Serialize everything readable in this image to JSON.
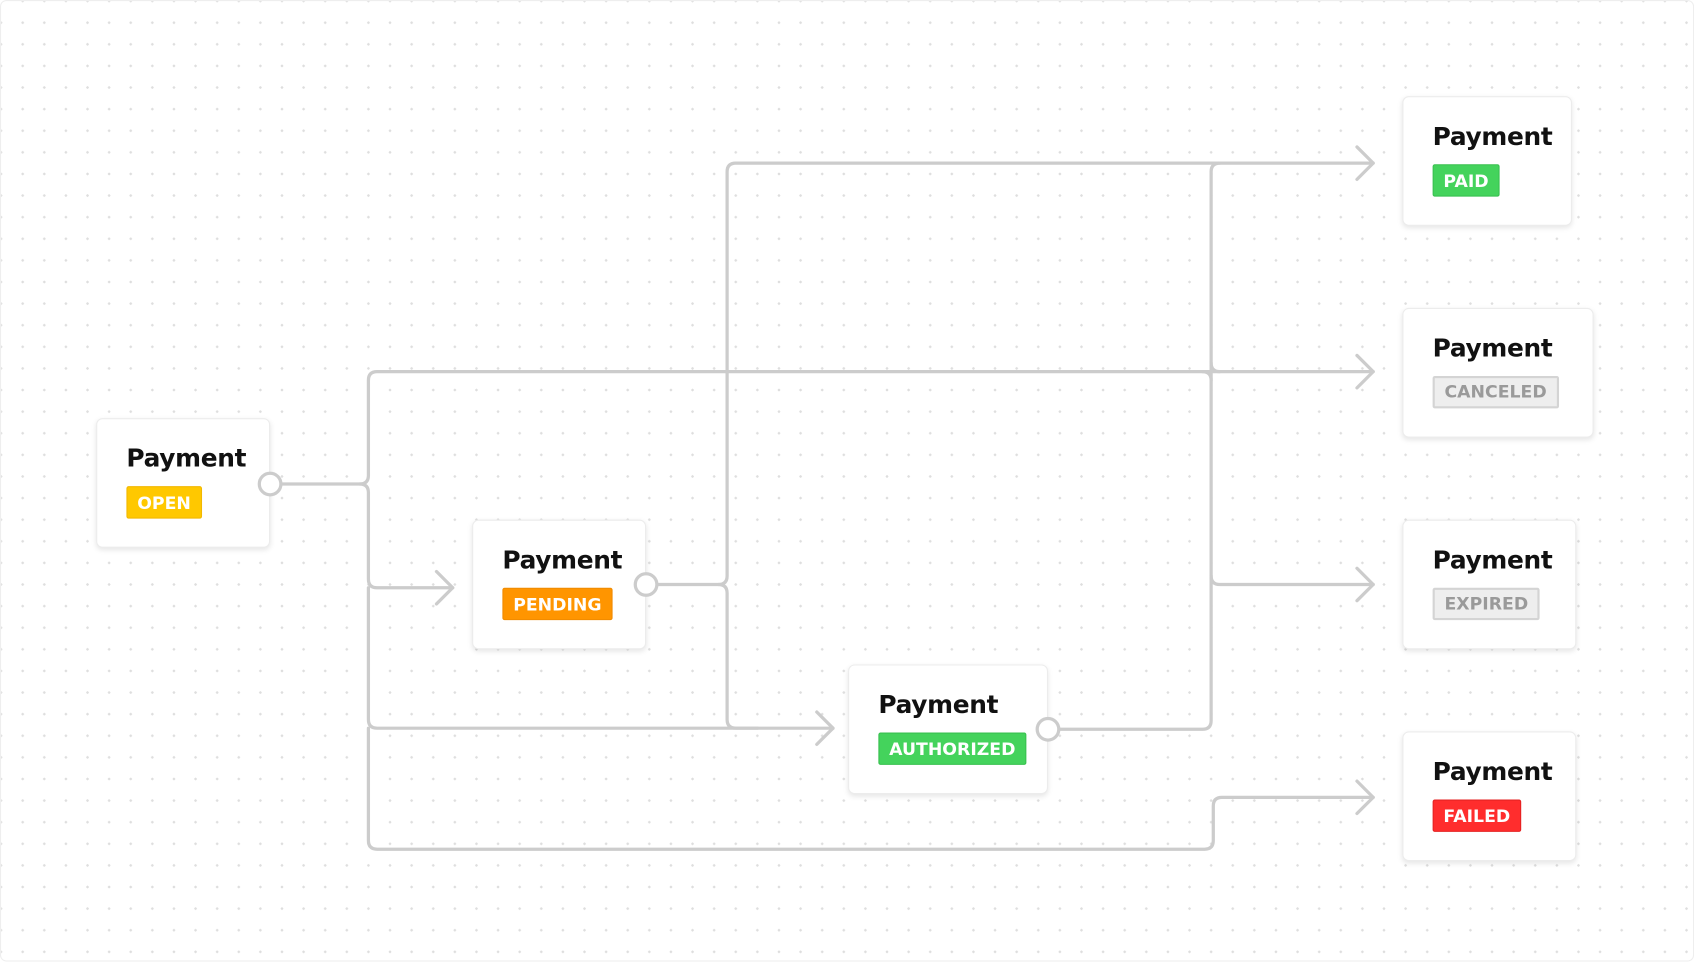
{
  "nodes": [
    {
      "id": "open",
      "title": "Payment",
      "status": "OPEN"
    },
    {
      "id": "pending",
      "title": "Payment",
      "status": "PENDING"
    },
    {
      "id": "authorized",
      "title": "Payment",
      "status": "AUTHORIZED"
    },
    {
      "id": "paid",
      "title": "Payment",
      "status": "PAID"
    },
    {
      "id": "canceled",
      "title": "Payment",
      "status": "CANCELED"
    },
    {
      "id": "expired",
      "title": "Payment",
      "status": "EXPIRED"
    },
    {
      "id": "failed",
      "title": "Payment",
      "status": "FAILED"
    }
  ],
  "edges": [
    {
      "from": "open",
      "to": "pending"
    },
    {
      "from": "open",
      "to": "authorized"
    },
    {
      "from": "open",
      "to": "canceled"
    },
    {
      "from": "open",
      "to": "failed"
    },
    {
      "from": "pending",
      "to": "paid"
    },
    {
      "from": "pending",
      "to": "authorized"
    },
    {
      "from": "authorized",
      "to": "paid"
    },
    {
      "from": "authorized",
      "to": "canceled"
    },
    {
      "from": "authorized",
      "to": "expired"
    }
  ],
  "colors": {
    "open": "#ffc800",
    "pending": "#ff9500",
    "paid": "#44d35c",
    "authorized": "#44d35c",
    "canceled": "#eeeeee",
    "expired": "#eeeeee",
    "failed": "#ff2d2d",
    "edge": "#cccccc"
  }
}
